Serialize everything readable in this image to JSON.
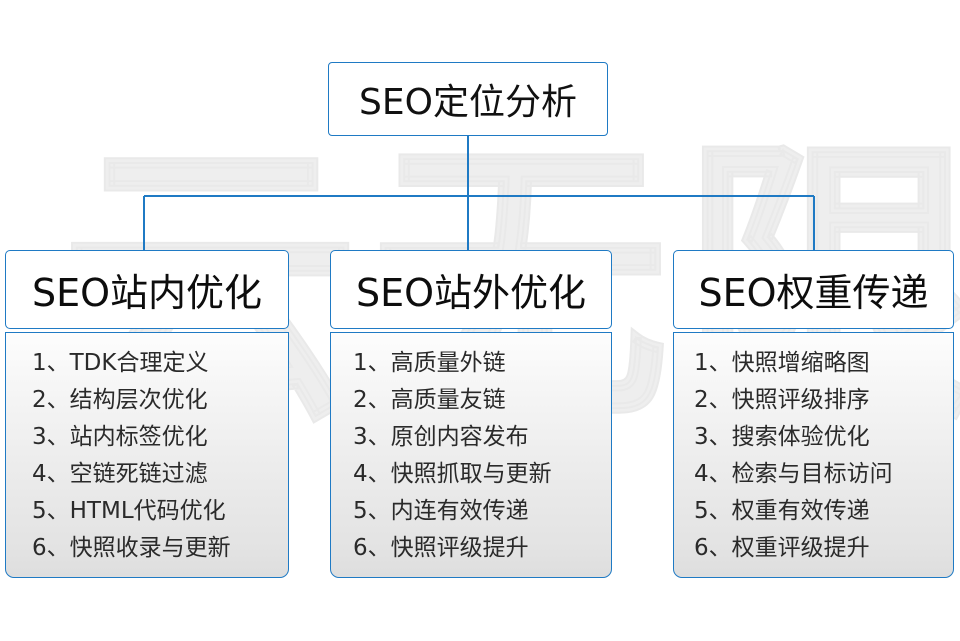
{
  "watermark": {
    "text": "云无限"
  },
  "colors": {
    "border_blue": "#1f7ac4",
    "text_dark": "#111111",
    "body_text": "#2a2a2a",
    "panel_top": "#fdfdfd",
    "panel_bottom": "#dedede",
    "page_background": "#ffffff"
  },
  "diagram": {
    "type": "org-chart",
    "root": {
      "title": "SEO定位分析"
    },
    "branches": [
      {
        "title": "SEO站内优化",
        "items": [
          "1、TDK合理定义",
          "2、结构层次优化",
          "3、站内标签优化",
          "4、空链死链过滤",
          "5、HTML代码优化",
          "6、快照收录与更新"
        ]
      },
      {
        "title": "SEO站外优化",
        "items": [
          "1、高质量外链",
          "2、高质量友链",
          "3、原创内容发布",
          "4、快照抓取与更新",
          "5、内连有效传递",
          "6、快照评级提升"
        ]
      },
      {
        "title": "SEO权重传递",
        "items": [
          "1、快照增缩略图",
          "2、快照评级排序",
          "3、搜索体验优化",
          "4、检索与目标访问",
          "5、权重有效传递",
          "6、权重评级提升"
        ]
      }
    ]
  }
}
